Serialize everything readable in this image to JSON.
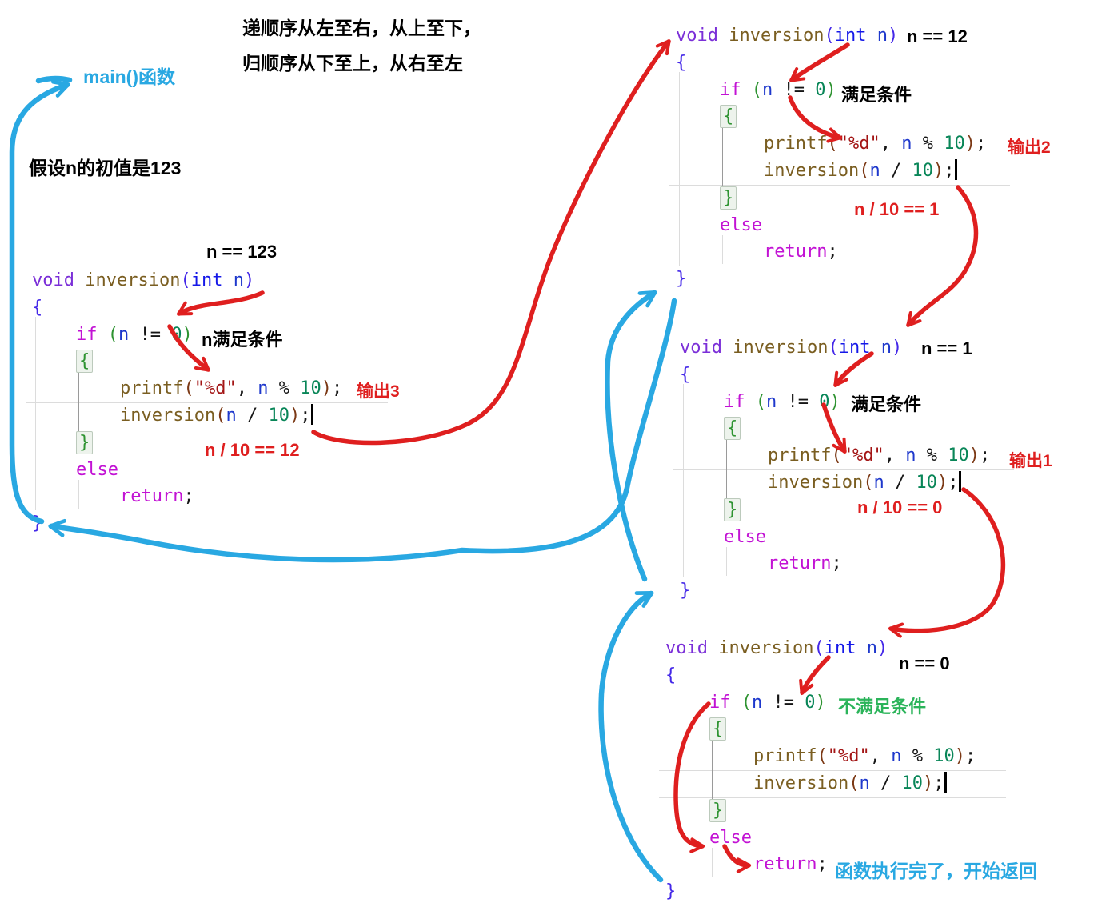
{
  "notes": {
    "order_line1": "递顺序从左至右，从上至下，",
    "order_line2": "归顺序从下至上，从右至左",
    "main_label": "main()函数",
    "assumption": "假设n的初值是123"
  },
  "colors": {
    "red": "#DF1F1F",
    "blue": "#29A8E2",
    "green": "#2BB45A",
    "black": "#000000"
  },
  "code": {
    "lines": [
      {
        "ind": 0,
        "tokens": [
          [
            "void",
            "kw1"
          ],
          [
            " ",
            "op"
          ],
          [
            "inversion",
            "fn"
          ],
          [
            "(",
            "br1"
          ],
          [
            "int",
            "kw2"
          ],
          [
            " n",
            "var"
          ],
          [
            ")",
            "br1"
          ]
        ]
      },
      {
        "ind": 0,
        "tokens": [
          [
            "{",
            "br1"
          ]
        ]
      },
      {
        "ind": 1,
        "tokens": [
          [
            "if",
            "ctl"
          ],
          [
            " ",
            "op"
          ],
          [
            "(",
            "br2"
          ],
          [
            "n",
            "var"
          ],
          [
            " != ",
            "op"
          ],
          [
            "0",
            "num"
          ],
          [
            ")",
            "br2"
          ]
        ]
      },
      {
        "ind": 1,
        "tokens": [
          [
            "{",
            "br2"
          ]
        ]
      },
      {
        "ind": 2,
        "tokens": [
          [
            "printf",
            "fn"
          ],
          [
            "(",
            "br3"
          ],
          [
            "\"%d\"",
            "str"
          ],
          [
            ", ",
            "op"
          ],
          [
            "n",
            "var"
          ],
          [
            " % ",
            "op"
          ],
          [
            "10",
            "num"
          ],
          [
            ")",
            "br3"
          ],
          [
            ";",
            "op"
          ]
        ]
      },
      {
        "ind": 2,
        "cursor": true,
        "tokens": [
          [
            "inversion",
            "fn"
          ],
          [
            "(",
            "br3"
          ],
          [
            "n",
            "var"
          ],
          [
            " / ",
            "op"
          ],
          [
            "10",
            "num"
          ],
          [
            ")",
            "br3"
          ],
          [
            ";",
            "op"
          ]
        ]
      },
      {
        "ind": 1,
        "tokens": [
          [
            "}",
            "br2"
          ]
        ]
      },
      {
        "ind": 1,
        "tokens": [
          [
            "else",
            "ctl"
          ]
        ]
      },
      {
        "ind": 2,
        "tokens": [
          [
            "return",
            "ctl"
          ],
          [
            ";",
            "op"
          ]
        ]
      },
      {
        "ind": 0,
        "tokens": [
          [
            "}",
            "br1"
          ]
        ]
      }
    ]
  },
  "blocks": [
    {
      "name": "call-n-123",
      "n_label": "n == 123",
      "cond_note": "n满足条件",
      "output_note": "输出3",
      "div_note": "n / 10 == 12"
    },
    {
      "name": "call-n-12",
      "n_label": "n == 12",
      "cond_note": "满足条件",
      "output_note": "输出2",
      "div_note": "n / 10 == 1"
    },
    {
      "name": "call-n-1",
      "n_label": "n == 1",
      "cond_note": "满足条件",
      "output_note": "输出1",
      "div_note": "n / 10 == 0"
    },
    {
      "name": "call-n-0",
      "n_label": "n == 0",
      "cond_note": "不满足条件",
      "return_note": "函数执行完了，开始返回"
    }
  ]
}
